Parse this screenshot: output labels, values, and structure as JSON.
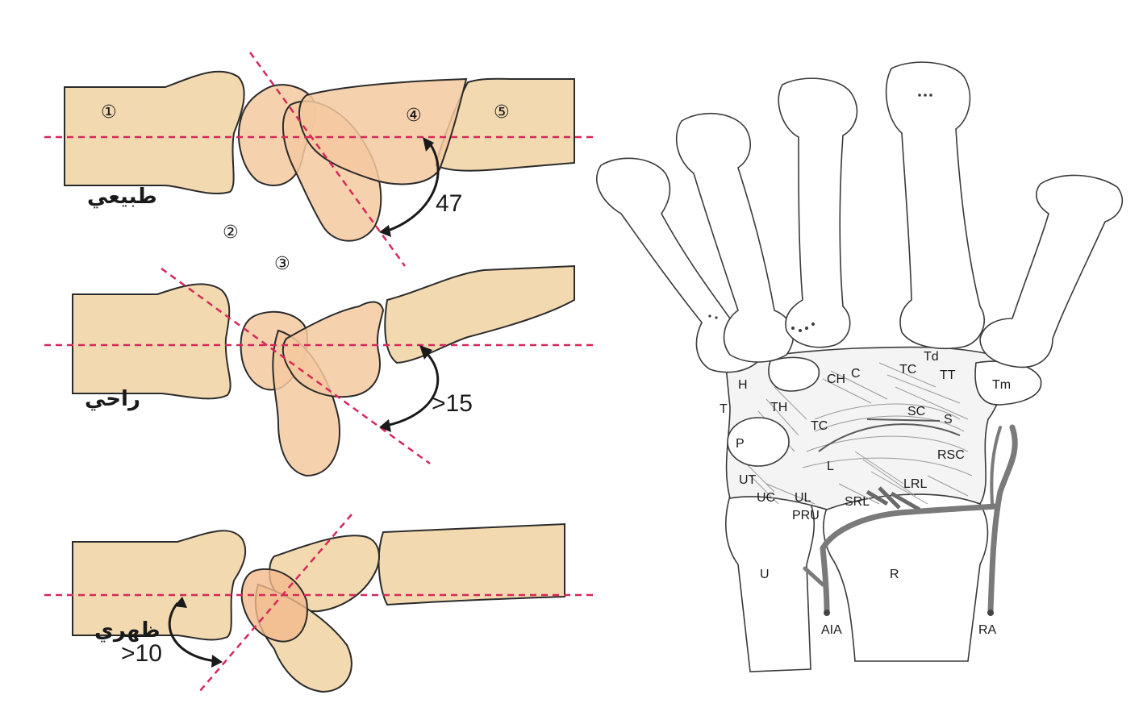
{
  "left_panel": {
    "rows": [
      {
        "label": "طبيعي",
        "angle": "47"
      },
      {
        "label": "راحي",
        "angle": ">15"
      },
      {
        "label": "ظهري",
        "angle": ">10"
      }
    ],
    "bone_markers": [
      "①",
      "②",
      "③",
      "④",
      "⑤"
    ]
  },
  "right_panel": {
    "labels": {
      "H": "H",
      "C": "C",
      "CH": "CH",
      "TC_top": "TC",
      "Td": "Td",
      "TT": "TT",
      "Tm": "Tm",
      "T": "T",
      "TH": "TH",
      "SC": "SC",
      "S": "S",
      "P": "P",
      "TC_mid": "TC",
      "RSC": "RSC",
      "L": "L",
      "UT": "UT",
      "LRL": "LRL",
      "UC": "UC",
      "UL": "UL",
      "SRL": "SRL",
      "PRU": "PRU",
      "U": "U",
      "R": "R",
      "AIA": "AIA",
      "RA": "RA"
    }
  },
  "colors": {
    "bone_beige": "#f2d9b0",
    "bone_orange": "#f5c9a0",
    "axis_red": "#d6285a",
    "outline": "#2b2b2b",
    "artery_gray": "#7a7a7a"
  }
}
